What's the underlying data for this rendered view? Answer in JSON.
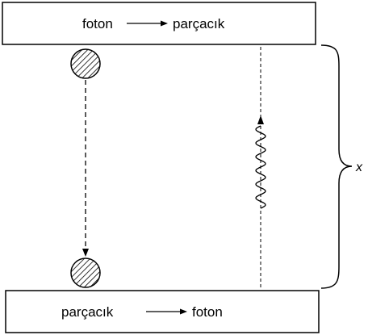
{
  "top_box": {
    "from_label": "foton",
    "to_label": "parçacık"
  },
  "bottom_box": {
    "from_label": "parçacık",
    "to_label": "foton"
  },
  "brace_label": "x",
  "colors": {
    "stroke": "#000000",
    "background": "#ffffff"
  }
}
